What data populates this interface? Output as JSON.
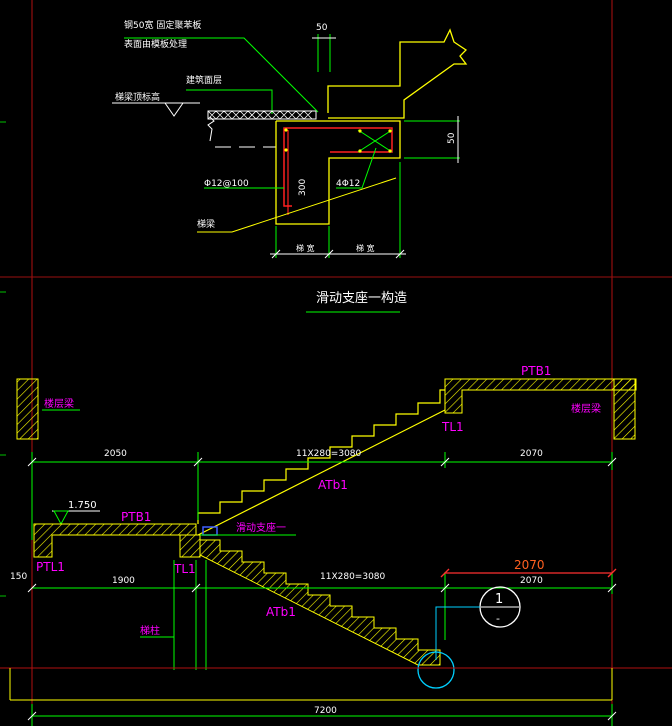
{
  "colors": {
    "background": "#000000",
    "outline_yellow": "#ffff00",
    "leader_green": "#00ff00",
    "label_magenta": "#ff00ff",
    "dim_white": "#ffffff",
    "rebar_red": "#ff2020",
    "axis_red": "#b01010",
    "callout_cyan": "#00d0ff",
    "dim_ext_green": "#00c000"
  },
  "detail": {
    "top_dim": "50",
    "note_line1": "钢50宽 固定聚苯板",
    "note_line2": "表面由模板处理",
    "finish_label": "建筑面层",
    "left_label": "梯梁顶标高",
    "rebar_label": "Φ12@100",
    "bars_label": "4Φ12",
    "depth_dim": "300",
    "right_dim": "50",
    "beam_label": "梯梁",
    "bottom_dim_left": "梯 宽",
    "bottom_dim_right": "梯 宽",
    "title": "滑动支座一构造"
  },
  "upper_flight": {
    "landing_label": "PTB1",
    "beam_label": "TL1",
    "flight_label": "ATb1",
    "left_wall_label": "楼层梁",
    "right_wall_label": "楼层梁",
    "dim_left": "2050",
    "dim_mid": "11X280=3080",
    "dim_right": "2070"
  },
  "lower_flight": {
    "elevation": "1.750",
    "landing_label": "PTB1",
    "left_beam_label": "PTL1",
    "mid_beam_label": "TL1",
    "support_label": "滑动支座一",
    "left_height": "150",
    "dim_left": "1900",
    "dim_mid": "11X280=3080",
    "dim_right": "2070",
    "dim_right_top": "2070",
    "flight_label": "ATb1",
    "column_label": "梯柱",
    "callout_number": "1",
    "callout_sub": "-",
    "total_dim": "7200"
  }
}
